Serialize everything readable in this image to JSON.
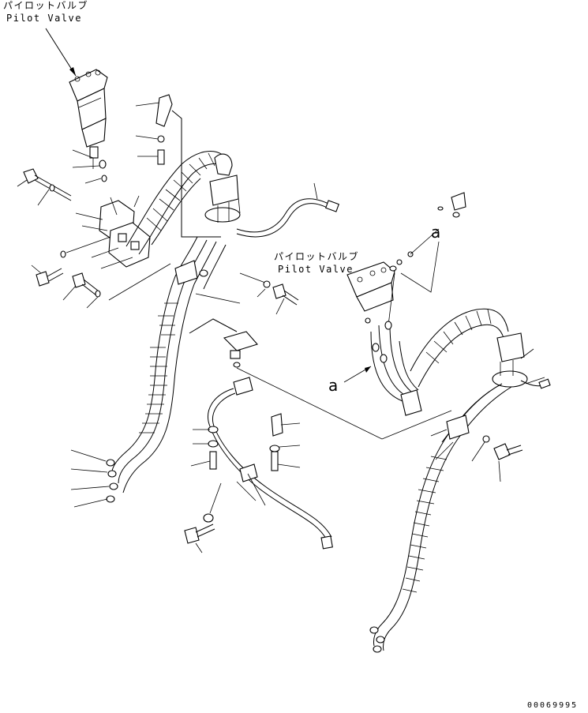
{
  "labels": {
    "pilot_valve_top_jp": "パイロットバルブ",
    "pilot_valve_top_en": "Pilot Valve",
    "pilot_valve_right_jp": "パイロットバルブ",
    "pilot_valve_right_en": "Pilot Valve",
    "ref_a_upper": "a",
    "ref_a_lower": "a",
    "part_number": "00069995"
  }
}
